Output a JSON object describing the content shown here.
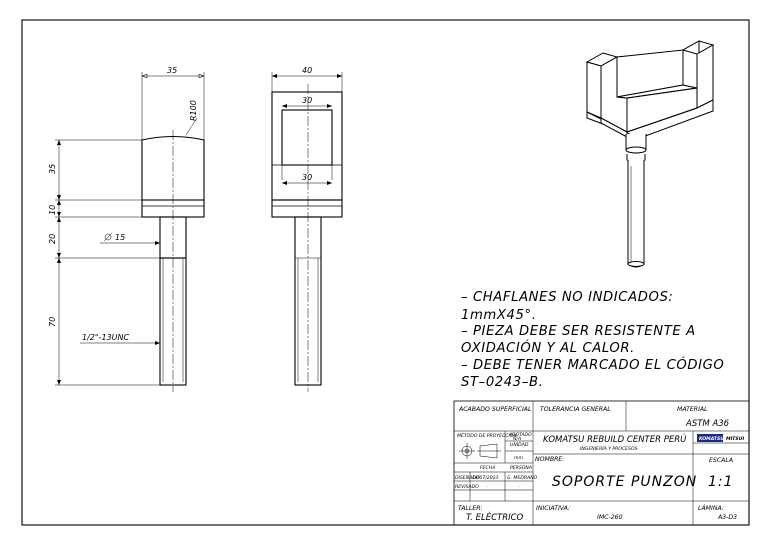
{
  "dimensions": {
    "head_width": "35",
    "radius": "R100",
    "head_height": "35",
    "collar_height": "10",
    "shank_height": "20",
    "shank_diameter": "15",
    "thread_length": "70",
    "thread_spec": "1/2\"-13UNC",
    "side_width": "40",
    "slot_top": "30",
    "slot_bottom": "30"
  },
  "notes": [
    "– CHAFLANES NO INDICADOS:",
    "1mmX45°.",
    "– PIEZA DEBE SER RESISTENTE A",
    "OXIDACIÓN Y AL CALOR.",
    "– DEBE TENER MARCADO EL CÓDIGO",
    "ST–0243–B."
  ],
  "title_block": {
    "finish_label": "ACABADO SUPERFICIAL",
    "tolerance_label": "TOLERANCIA GENERAL",
    "material_label": "MATERIAL",
    "material_value": "ASTM A36",
    "projection_label": "MÉTODO DE PROYECCIÓN",
    "scale_row_label": "ACOTADO",
    "scale_row_value": "N/A",
    "units_label": "UNIDAD",
    "units_value": "mm",
    "company": "KOMATSU REBUILD CENTER PERÚ",
    "department": "INGENIERÍA Y PROCESOS",
    "brand_logo": "KOMATSU",
    "brand_partner": "MITSUI",
    "name_label": "NOMBRE:",
    "part_name": "SOPORTE PUNZON",
    "scale_label": "ESCALA",
    "scale_value": "1:1",
    "date_header": "FECHA",
    "person_header": "PERSONA",
    "drawn_label": "DISEÑADO",
    "drawn_date": "14/07/2023",
    "drawn_person": "G. MEDRANO",
    "reviewed_label": "REVISADO",
    "reviewed_date": "-",
    "reviewed_person": "-",
    "workshop_label": "TALLER:",
    "workshop_value": "T. ELÉCTRICO",
    "initiative_label": "INICIATIVA:",
    "initiative_value": "IMC-260",
    "sheet_label": "LÁMINA:",
    "sheet_value": "A3-D3"
  },
  "colors": {
    "ink": "#000000",
    "paper": "#ffffff",
    "logo_blue": "#1b2b88"
  }
}
